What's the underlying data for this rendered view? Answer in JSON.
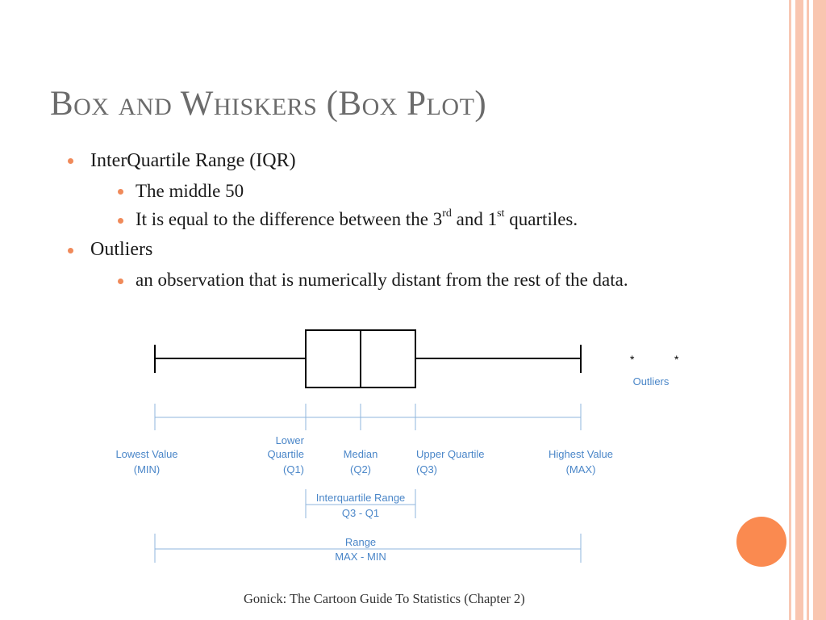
{
  "title": "Box and Whiskers (Box Plot)",
  "bullets": {
    "iqr": "InterQuartile Range (IQR)",
    "middle": "The middle 50",
    "diff_a": "It is equal to the difference between the 3",
    "diff_sup1": "rd",
    "diff_b": " and 1",
    "diff_sup2": "st",
    "diff_c": " quartiles.",
    "outliers": "Outliers",
    "outlier_def": "an observation that is numerically distant from the rest of the data."
  },
  "diagram": {
    "star1": "*",
    "star2": "*",
    "outliers_label": "Outliers",
    "lowest_1": "Lowest Value",
    "lowest_2": "(MIN)",
    "lower_1": "Lower",
    "lower_2": "Quartile",
    "lower_3": "(Q1)",
    "median_1": "Median",
    "median_2": "(Q2)",
    "upper_1": "Upper Quartile",
    "upper_2": "(Q3)",
    "highest_1": "Highest Value",
    "highest_2": "(MAX)",
    "iqr_1": "Interquartile Range",
    "iqr_2": "Q3 - Q1",
    "range_1": "Range",
    "range_2": "MAX - MIN"
  },
  "footer": "Gonick: The Cartoon Guide To Statistics (Chapter 2)",
  "colors": {
    "accent": "#f08a5a",
    "label_blue": "#4a86c8",
    "stripe": "#f9c6b0",
    "title": "#6b6b6b"
  }
}
